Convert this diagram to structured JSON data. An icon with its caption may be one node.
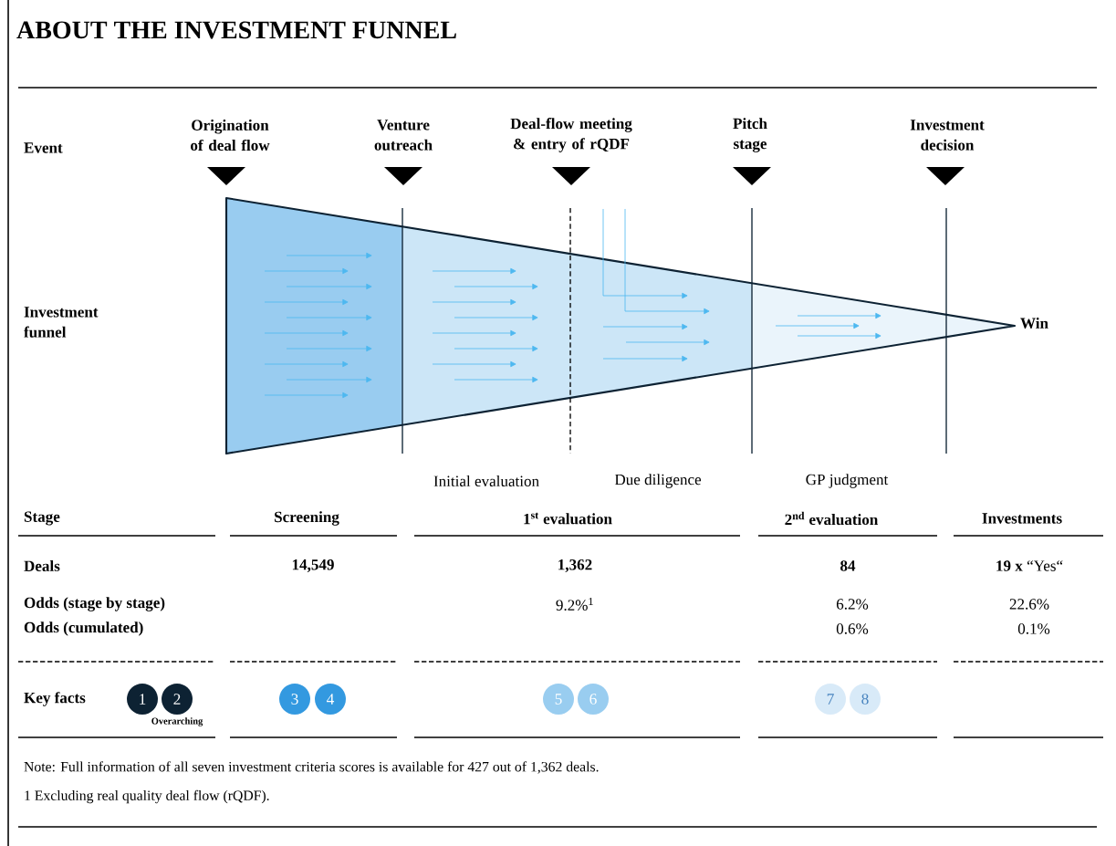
{
  "diagram": {
    "title": "ABOUT THE INVESTMENT FUNNEL",
    "nodes": [
      {
        "text": [
          "1"
        ]
      },
      {
        "text": [
          "2"
        ]
      },
      {
        "text": [
          "3"
        ]
      },
      {
        "text": [
          "4"
        ]
      },
      {
        "text": [
          "5"
        ]
      },
      {
        "text": [
          "6"
        ]
      },
      {
        "text": [
          "7"
        ]
      },
      {
        "text": [
          "8"
        ]
      }
    ],
    "labels": [
      "Event",
      "Origination of deal flow",
      "Venture outreach",
      "Deal-flow meeting & entry of rQDF",
      "Pitch stage",
      "Investment decision",
      "Investment funnel",
      "Win",
      "Initial evaluation",
      "Due diligence",
      "GP judgment",
      "Stage",
      "Screening",
      "1$^{st}$ evaluation",
      "2$^{nd}$ evaluation",
      "Investments",
      "Deals",
      "14,549",
      "1,362",
      "84",
      "**19 x** “Yes“",
      "Odds (stage by stage)",
      "9.2%$^{1}$",
      "6.2%",
      "22.6%",
      "Odds (cumulated)",
      "0.6%",
      "0.1%",
      "Key facts",
      "Overarching",
      "Note: Full information of all seven investment criteria scores is available for 427 out of 1,362 deals.",
      "1 Excluding real quality deal flow (rQDF)."
    ]
  }
}
